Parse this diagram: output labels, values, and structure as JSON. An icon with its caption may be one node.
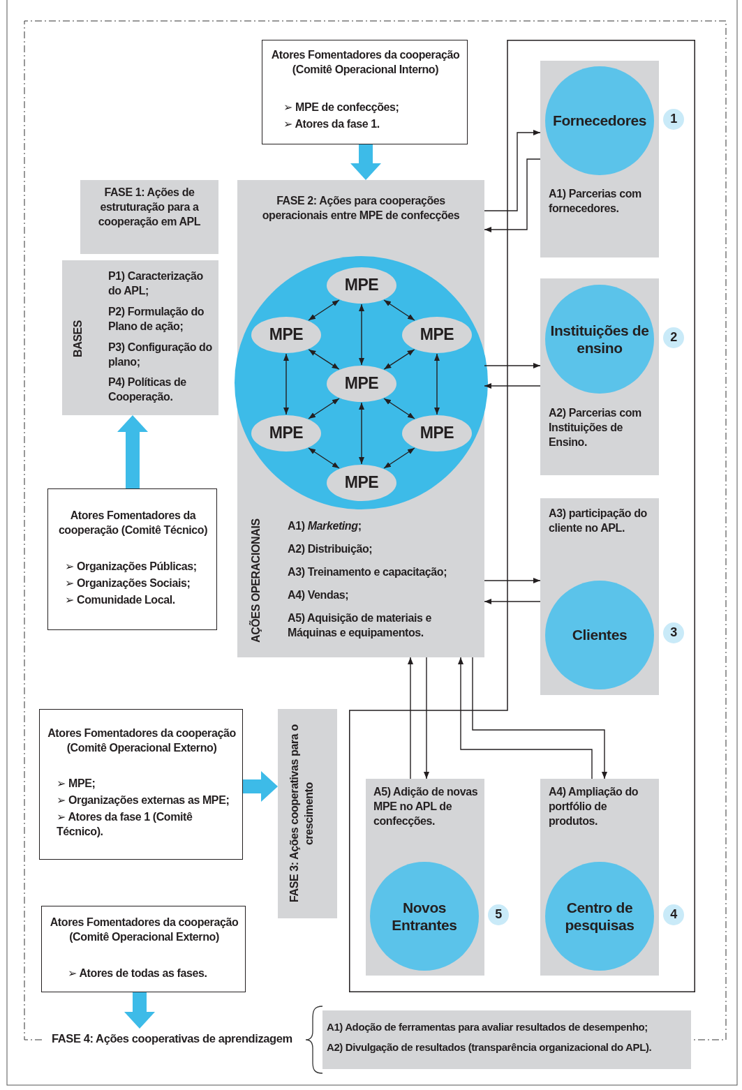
{
  "diagram": {
    "nodes": [
      {
        "text": [
          "Atores Fomentadores da cooperação (Comitê Operacional Interno)",
          "➢ MPE de confecções;",
          "➢ Atores da fase 1."
        ]
      },
      {
        "text": [
          "FASE 1: Ações de estruturação para a cooperação em APL"
        ]
      },
      {
        "text": [
          "BASES",
          "P1) Caracterização do APL;",
          "P2) Formulação do Plano de ação;",
          "P3) Configuração do plano;",
          "P4) Políticas de Cooperação."
        ]
      },
      {
        "text": [
          "FASE 2: Ações para cooperações operacionais entre MPE de confecções",
          "AÇÕES OPERACIONAIS",
          "A1) *Marketing*;",
          "A2) Distribuição;",
          "A3) Treinamento e capacitação;",
          "A4) Vendas;",
          "A5) Aquisição de materiais e Máquinas e equipamentos."
        ]
      },
      {
        "text": [],
        "shape": "circle",
        "in": 3
      },
      {
        "text": [
          "MPE"
        ],
        "in": 4
      },
      {
        "text": [
          "MPE"
        ],
        "in": 4
      },
      {
        "text": [
          "MPE"
        ],
        "in": 4
      },
      {
        "text": [
          "MPE"
        ],
        "in": 4
      },
      {
        "text": [
          "MPE"
        ],
        "in": 4
      },
      {
        "text": [
          "MPE"
        ],
        "in": 4
      },
      {
        "text": [
          "MPE"
        ],
        "in": 4
      },
      {
        "text": [],
        "shape": "box"
      },
      {
        "text": [
          "A1) Parcerias com fornecedores."
        ],
        "in": 12
      },
      {
        "text": [
          "Fornecedores"
        ],
        "in": 13
      },
      {
        "text": [
          "1"
        ],
        "in": 12
      },
      {
        "text": [
          "A2) Parcerias com Instituições de Ensino."
        ],
        "in": 12
      },
      {
        "text": [
          "Instituições de ensino"
        ],
        "in": 16
      },
      {
        "text": [
          "2"
        ],
        "in": 12
      },
      {
        "text": [
          "A3) participação do cliente no APL."
        ],
        "in": 12
      },
      {
        "text": [
          "Clientes"
        ],
        "in": 19
      },
      {
        "text": [
          "3"
        ],
        "in": 12
      },
      {
        "text": [
          "A5) Adição de novas MPE no APL de confecções."
        ],
        "in": 12
      },
      {
        "text": [
          "Novos Entrantes"
        ],
        "in": 22
      },
      {
        "text": [
          "5"
        ],
        "in": 12
      },
      {
        "text": [
          "A4) Ampliação do portfólio de produtos."
        ],
        "in": 12
      },
      {
        "text": [
          "Centro de pesquisas"
        ],
        "in": 25
      },
      {
        "text": [
          "4"
        ],
        "in": 12
      },
      {
        "text": [
          "Atores Fomentadores da cooperação (Comitê Técnico)",
          "➢ Organizações Públicas;",
          "➢ Organizações Sociais;",
          "➢ Comunidade Local."
        ]
      },
      {
        "text": [
          "Atores Fomentadores da cooperação (Comitê Operacional Externo)",
          "➢ MPE;",
          "➢ Organizações externas as MPE;",
          "➢ Atores da fase 1 (Comitê Técnico)."
        ]
      },
      {
        "text": [
          "FASE 3: Ações cooperativas para o crescimento"
        ]
      },
      {
        "text": [
          "Atores Fomentadores da cooperação (Comitê Operacional Externo)",
          "➢ Atores de todas as fases."
        ]
      },
      {
        "text": [
          "FASE 4: Ações cooperativas de aprendizagem"
        ]
      },
      {
        "text": [
          "A1) Adoção de ferramentas para avaliar resultados de desempenho;",
          "A2) Divulgação de resultados (transparência organizacional do APL)."
        ]
      }
    ],
    "edges": [
      {
        "from": 5,
        "to": 6,
        "arrow": "both"
      },
      {
        "from": 5,
        "to": 7,
        "arrow": "both"
      },
      {
        "from": 5,
        "to": 8,
        "arrow": "both"
      },
      {
        "from": 6,
        "to": 8,
        "arrow": "both"
      },
      {
        "from": 7,
        "to": 8,
        "arrow": "both"
      },
      {
        "from": 6,
        "to": 9,
        "arrow": "both"
      },
      {
        "from": 7,
        "to": 10,
        "arrow": "both"
      },
      {
        "from": 8,
        "to": 9,
        "arrow": "both"
      },
      {
        "from": 8,
        "to": 10,
        "arrow": "both"
      },
      {
        "from": 8,
        "to": 11,
        "arrow": "both"
      },
      {
        "from": 9,
        "to": 11,
        "arrow": "both"
      },
      {
        "from": 10,
        "to": 11,
        "arrow": "both"
      },
      {
        "from": 0,
        "to": 3,
        "arrow": "to",
        "style": "thick",
        "color": "#3dbbe8"
      },
      {
        "from": 28,
        "to": 2,
        "arrow": "to",
        "style": "thick",
        "color": "#3dbbe8"
      },
      {
        "from": 29,
        "to": 30,
        "arrow": "to",
        "style": "thick",
        "color": "#3dbbe8"
      },
      {
        "from": 31,
        "to": 32,
        "arrow": "to",
        "style": "thick",
        "color": "#3dbbe8"
      },
      {
        "from": 3,
        "to": 13,
        "arrow": "to"
      },
      {
        "from": 13,
        "to": 3,
        "arrow": "to"
      },
      {
        "from": 3,
        "to": 16,
        "arrow": "to"
      },
      {
        "from": 16,
        "to": 3,
        "arrow": "to"
      },
      {
        "from": 3,
        "to": 19,
        "arrow": "to"
      },
      {
        "from": 19,
        "to": 3,
        "arrow": "to"
      },
      {
        "from": 22,
        "to": 3,
        "arrow": "to"
      },
      {
        "from": 3,
        "to": 22,
        "arrow": "to"
      },
      {
        "from": 25,
        "to": 3,
        "arrow": "to"
      },
      {
        "from": 3,
        "to": 25,
        "arrow": "to"
      }
    ]
  }
}
